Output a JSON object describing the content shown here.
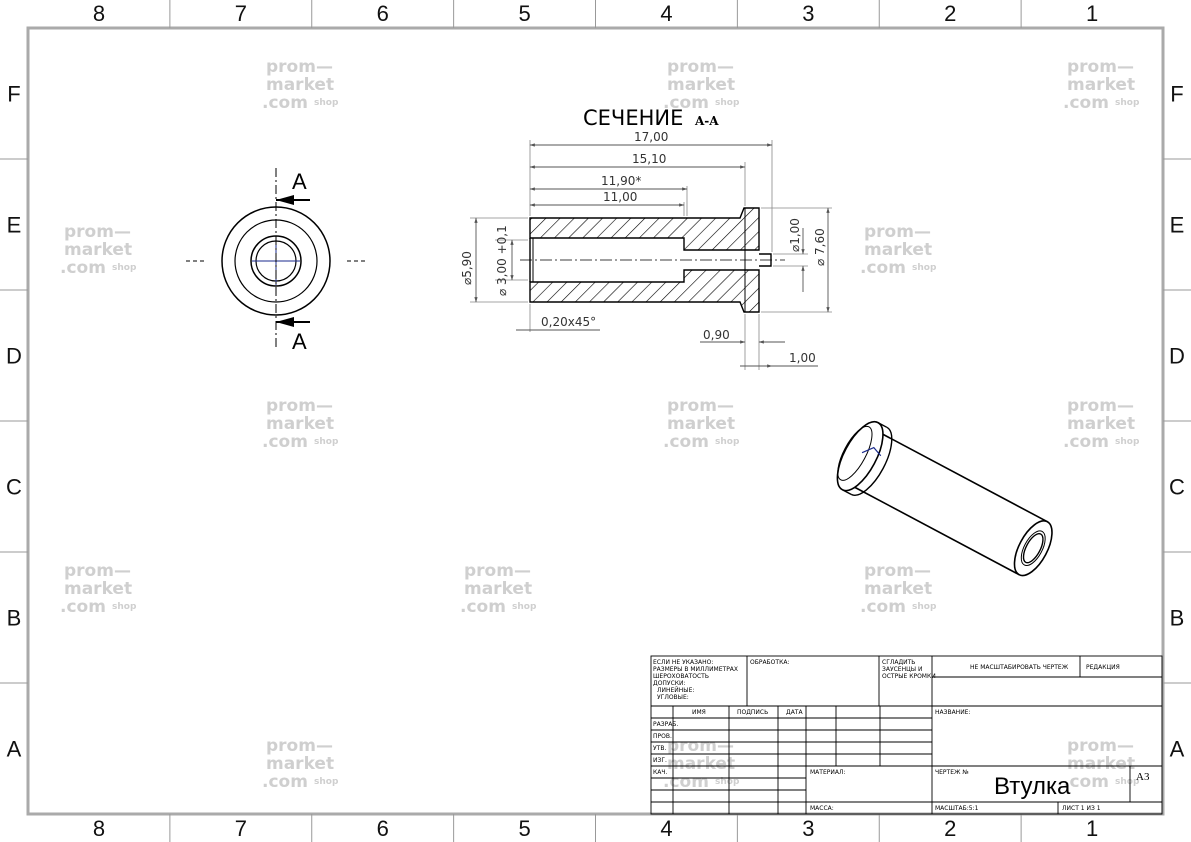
{
  "zones": {
    "columns": [
      "8",
      "7",
      "6",
      "5",
      "4",
      "3",
      "2",
      "1"
    ],
    "rows": [
      "F",
      "E",
      "D",
      "C",
      "B",
      "A"
    ]
  },
  "cut": {
    "label_top": "A",
    "label_bottom": "A"
  },
  "section": {
    "title": "СЕЧЕНИЕ",
    "sub": "A-A",
    "dims": {
      "overall": "17,00",
      "len2": "15,10",
      "len3": "11,90*",
      "len4": "11,00",
      "dia_outer": "⌀5,90",
      "dia_inner": "⌀ 3,00 +0,1",
      "chamfer": "0,20x45°",
      "groove_w": "0,90",
      "flange_w": "1,00",
      "dia_pin": "⌀1,00",
      "dia_flange": "⌀ 7,60"
    }
  },
  "watermark": {
    "line1": "prom—",
    "line2": "market",
    "line3": ".com",
    "line4": "shop"
  },
  "title_block": {
    "notes": [
      "ЕСЛИ НЕ УКАЗАНО:",
      "РАЗМЕРЫ В МИЛЛИМЕТРАХ",
      "ШЕРОХОВАТОСТЬ",
      "ДОПУСКИ:",
      "ЛИНЕЙНЫЕ:",
      "УГЛОВЫЕ:"
    ],
    "finish": "ОБРАБОТКА:",
    "edges": [
      "СГЛАДИТЬ",
      "ЗАУСЕНЦЫ И",
      "ОСТРЫЕ КРОМКИ"
    ],
    "no_scale": "НЕ МАСШТАБИРОВАТЬ ЧЕРТЕЖ",
    "revision": "РЕДАКЦИЯ",
    "col_name": "ИМЯ",
    "col_sign": "ПОДПИСЬ",
    "col_date": "ДАТА",
    "roles": [
      "РАЗРАБ.",
      "ПРОВ.",
      "УТВ.",
      "ИЗГ.",
      "КАЧ."
    ],
    "name_label": "НАЗВАНИЕ:",
    "material_label": "МАТЕРИАЛ:",
    "drawing_no_label": "ЧЕРТЕЖ №",
    "title": "Втулка",
    "sheet_size": "A3",
    "mass_label": "МАССА:",
    "scale_label": "МАСШТАБ:5:1",
    "sheet_label": "ЛИСТ 1 ИЗ 1"
  }
}
